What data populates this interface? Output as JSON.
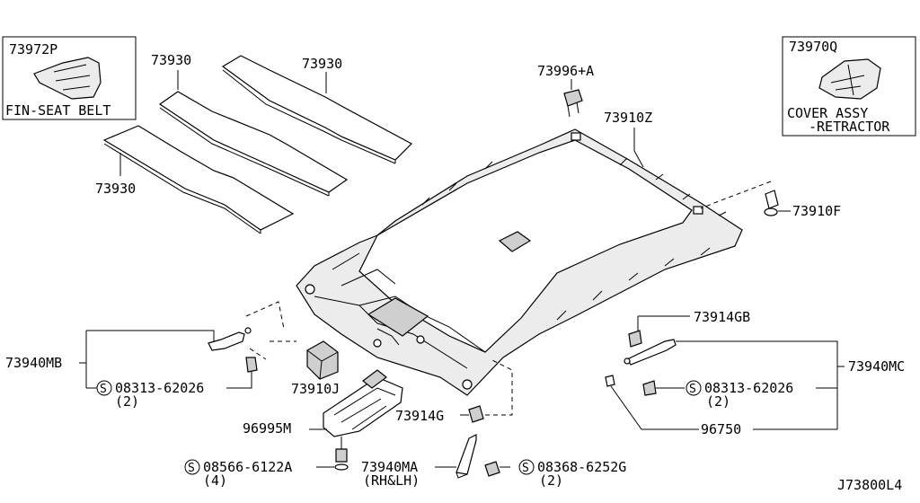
{
  "diagram_code": "J73800L4",
  "insets": {
    "left": {
      "part": "73972P",
      "caption": "FIN-SEAT BELT"
    },
    "right": {
      "part": "73970Q",
      "caption_line1": "COVER ASSY",
      "caption_line2": "-RETRACTOR"
    }
  },
  "labels": {
    "pad_top": "73930",
    "pad_mid": "73930",
    "pad_bottom": "73930",
    "clip_top": "73996+A",
    "headlining": "73910Z",
    "clip_right": "73910F",
    "hook_right": "73914GB",
    "grip_left": "73940MB",
    "grip_right": "73940MC",
    "screw_left_num": "08313-62026",
    "screw_left_qty": "(2)",
    "screw_right_num": "08313-62026",
    "screw_right_qty": "(2)",
    "bracket": "73910J",
    "hook_left": "73914G",
    "lamp": "96995M",
    "bolt_right": "96750",
    "screw_bottom_num": "08566-6122A",
    "screw_bottom_qty": "(4)",
    "grip_bottom": "73940MA",
    "grip_bottom_side": "(RH&LH)",
    "screw_br_num": "08368-6252G",
    "screw_br_qty": "(2)",
    "s_mark": "S"
  }
}
